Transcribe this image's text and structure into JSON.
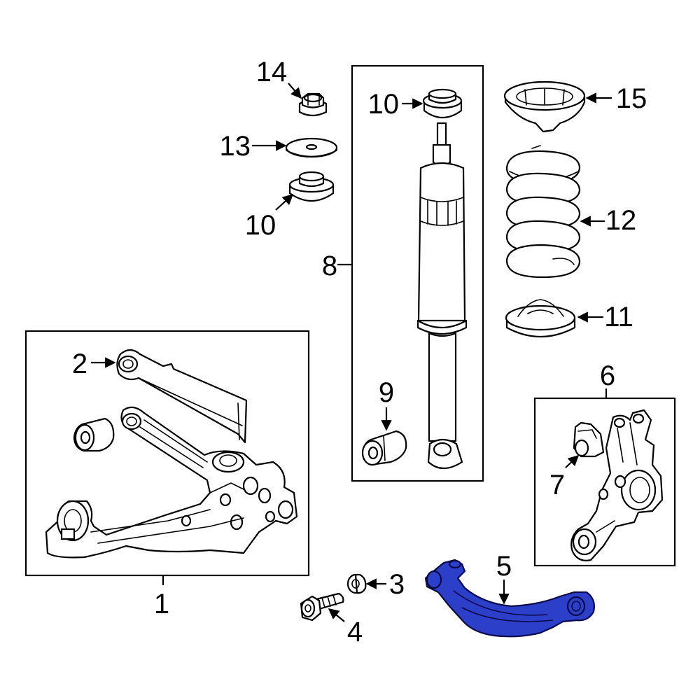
{
  "colors": {
    "line": "#000000",
    "background": "#ffffff",
    "highlight_part": "#2b3fc9"
  },
  "callouts": [
    {
      "id": "c1",
      "text": "1"
    },
    {
      "id": "c2",
      "text": "2"
    },
    {
      "id": "c3",
      "text": "3"
    },
    {
      "id": "c4",
      "text": "4"
    },
    {
      "id": "c5",
      "text": "5"
    },
    {
      "id": "c6",
      "text": "6"
    },
    {
      "id": "c7",
      "text": "7"
    },
    {
      "id": "c8",
      "text": "8"
    },
    {
      "id": "c9",
      "text": "9"
    },
    {
      "id": "c10a",
      "text": "10"
    },
    {
      "id": "c10b",
      "text": "10"
    },
    {
      "id": "c11",
      "text": "11"
    },
    {
      "id": "c12",
      "text": "12"
    },
    {
      "id": "c13",
      "text": "13"
    },
    {
      "id": "c14",
      "text": "14"
    },
    {
      "id": "c15",
      "text": "15"
    }
  ],
  "highlighted_part": "5"
}
